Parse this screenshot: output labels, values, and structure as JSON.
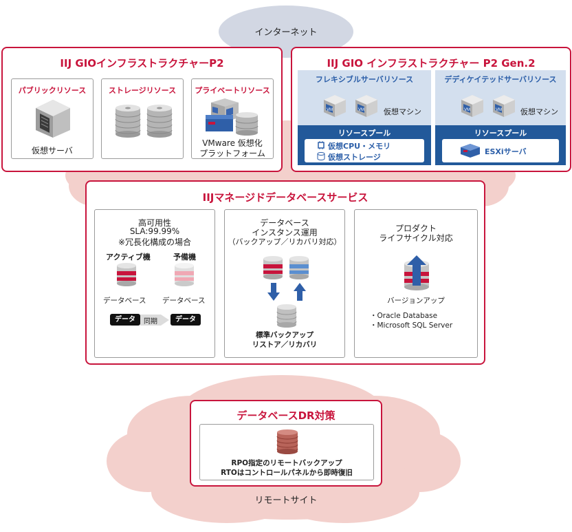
{
  "internet": {
    "label": "インターネット"
  },
  "p2": {
    "title": "IIJ GIOインフラストラクチャーP2",
    "public": {
      "title": "パブリックリソース",
      "caption": "仮想サーバ"
    },
    "storage": {
      "title": "ストレージリソース"
    },
    "private": {
      "title": "プライベートリソース",
      "caption_line1": "VMware 仮想化",
      "caption_line2": "プラットフォーム"
    }
  },
  "gen2": {
    "title": "IIJ GIO インフラストラクチャー P2 Gen.2",
    "flex": {
      "title": "フレキシブルサーバリソース",
      "vm_label": "仮想マシン",
      "pool_title": "リソースプール",
      "pool_line1": "仮想CPU・メモリ",
      "pool_line2": "仮想ストレージ"
    },
    "dedicated": {
      "title": "デディケイテッドサーバリソース",
      "vm_label": "仮想マシン",
      "pool_title": "リソースプール",
      "pool_line1": "ESXiサーバ"
    }
  },
  "managed_db": {
    "title": "IIJマネージドデータベースサービス",
    "ha": {
      "line1": "高可用性",
      "line2": "SLA:99.99%",
      "line3": "※冗長化構成の場合",
      "active": "アクティブ機",
      "standby": "予備機",
      "db_active": "データベース",
      "db_standby": "データベース",
      "chip_left": "データ",
      "sync": "同期",
      "chip_right": "データ"
    },
    "ops": {
      "line1": "データベース",
      "line2": "インスタンス運用",
      "line3": "（バックアップ／リカバリ対応）",
      "backup_line1": "標準バックアップ",
      "backup_line2": "リストア／リカバリ"
    },
    "lifecycle": {
      "line1": "プロダクト",
      "line2": "ライフサイクル対応",
      "upgrade": "バージョンアップ",
      "products": [
        "・Oracle Database",
        "・Microsoft SQL Server"
      ]
    }
  },
  "dr": {
    "title": "データベースDR対策",
    "line1": "RPO指定のリモートバックアップ",
    "line2": "RTOはコントロールパネルから即時復旧",
    "site": "リモートサイト"
  },
  "colors": {
    "accent": "#c8143c",
    "cloud_pink": "#f3d0cc",
    "cloud_gray": "#d2d7e3",
    "pool_blue": "#22599a",
    "light_blue": "#d3dfee"
  }
}
